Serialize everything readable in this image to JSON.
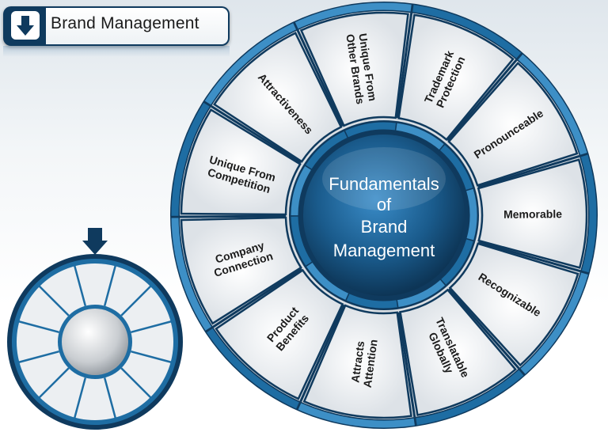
{
  "header": {
    "title": "Brand Management"
  },
  "center": {
    "lines": [
      "Fundamentals",
      "of",
      "Brand",
      "Management"
    ]
  },
  "segments": [
    {
      "lines": [
        "Unique From",
        "Other Brands"
      ]
    },
    {
      "lines": [
        "Trademark",
        "Protection"
      ]
    },
    {
      "lines": [
        "Pronounceable"
      ]
    },
    {
      "lines": [
        "Memorable"
      ]
    },
    {
      "lines": [
        "Recognizable"
      ]
    },
    {
      "lines": [
        "Translatable",
        "Globally"
      ]
    },
    {
      "lines": [
        "Attracts",
        "Attention"
      ]
    },
    {
      "lines": [
        "Product",
        "Benefits"
      ]
    },
    {
      "lines": [
        "Company",
        "Connection"
      ]
    },
    {
      "lines": [
        "Unique From",
        "Competition"
      ]
    },
    {
      "lines": [
        "Attractiveness"
      ]
    }
  ],
  "colors": {
    "dark_blue": "#0f3a5e",
    "mid_blue": "#1e6da3",
    "light_blue": "#3d8fc6",
    "segment_fill": "#eceff2"
  }
}
